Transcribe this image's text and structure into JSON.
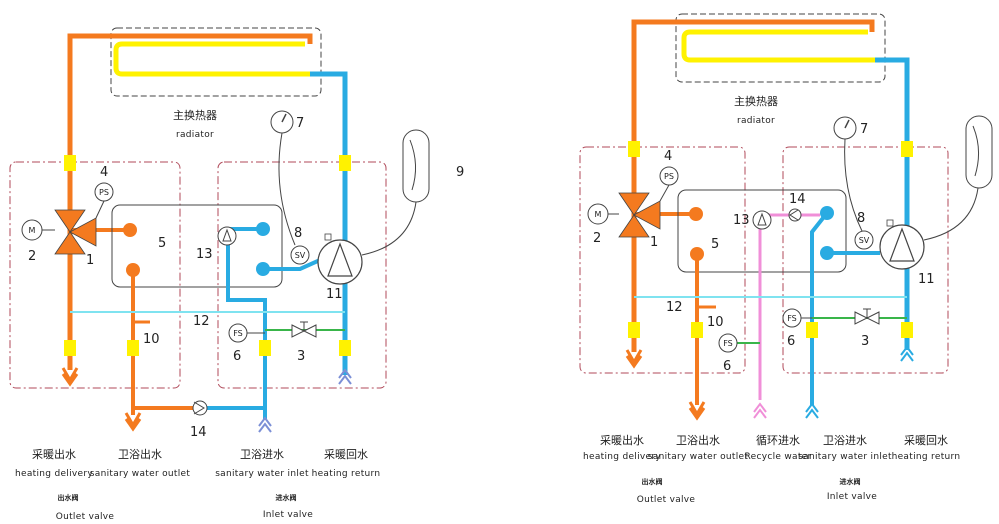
{
  "colors": {
    "hot": "#f47a1f",
    "cold": "#29abe2",
    "yellow": "#fff200",
    "pink": "#f08fd8",
    "green": "#39b54a",
    "cyan": "#7fe3f0",
    "dash_box": "#b04a5a",
    "outline": "#444444"
  },
  "left": {
    "exchanger_cn": "主换热器",
    "exchanger_en": "radiator",
    "nums": {
      "n1": "1",
      "n2": "2",
      "n3": "3",
      "n4": "4",
      "n5": "5",
      "n6": "6",
      "n7": "7",
      "n8": "8",
      "n9": "9",
      "n10": "10",
      "n11": "11",
      "n12": "12",
      "n13": "13",
      "n14": "14"
    },
    "sym": {
      "m": "M",
      "ps": "PS",
      "fs": "FS",
      "sv": "SV"
    },
    "labels": [
      {
        "cn": "采暖出水",
        "en": "heating delivery"
      },
      {
        "cn": "卫浴出水",
        "en": "sanitary water outlet"
      },
      {
        "cn": "卫浴进水",
        "en": "sanitary water inlet"
      },
      {
        "cn": "采暖回水",
        "en": "heating return"
      }
    ],
    "outlet_cn": "出水阀",
    "outlet_en": "Outlet valve",
    "inlet_cn": "进水阀",
    "inlet_en": "Inlet valve"
  },
  "right": {
    "exchanger_cn": "主换热器",
    "exchanger_en": "radiator",
    "nums": {
      "n1": "1",
      "n2": "2",
      "n3": "3",
      "n4": "4",
      "n5": "5",
      "n6": "6",
      "n7": "7",
      "n8": "8",
      "n10": "10",
      "n11": "11",
      "n12": "12",
      "n13": "13",
      "n14": "14"
    },
    "sym": {
      "m": "M",
      "ps": "PS",
      "fs1": "FS",
      "fs2": "FS",
      "sv": "SV"
    },
    "labels": [
      {
        "cn": "采暖出水",
        "en": "heating delivery"
      },
      {
        "cn": "卫浴出水",
        "en": "sanitary water outlet"
      },
      {
        "cn": "循环进水",
        "en": "Recycle water"
      },
      {
        "cn": "卫浴进水",
        "en": "sanitary water inlet"
      },
      {
        "cn": "采暖回水",
        "en": "heating return"
      }
    ],
    "outlet_cn": "出水阀",
    "outlet_en": "Outlet valve",
    "inlet_cn": "进水阀",
    "inlet_en": "Inlet valve"
  }
}
